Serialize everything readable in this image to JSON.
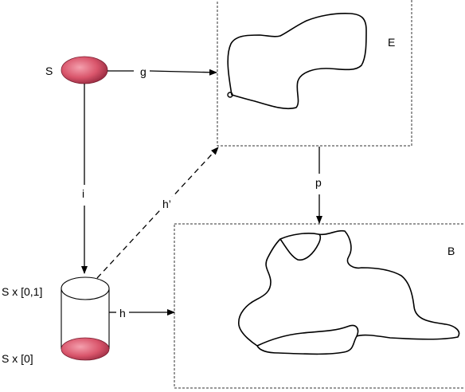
{
  "labels": {
    "S": "S",
    "g": "g",
    "E": "E",
    "i": "i",
    "h_prime": "h’",
    "p": "p",
    "B": "B",
    "h": "h",
    "S_x_01": "S x [0,1]",
    "S_x_0": "S x [0]"
  },
  "colors": {
    "space_fill": "#d9556b",
    "space_fill_dark": "#8a2238",
    "space_fill_light": "#f4a0ae",
    "line": "#000000",
    "box_border": "#333333"
  }
}
